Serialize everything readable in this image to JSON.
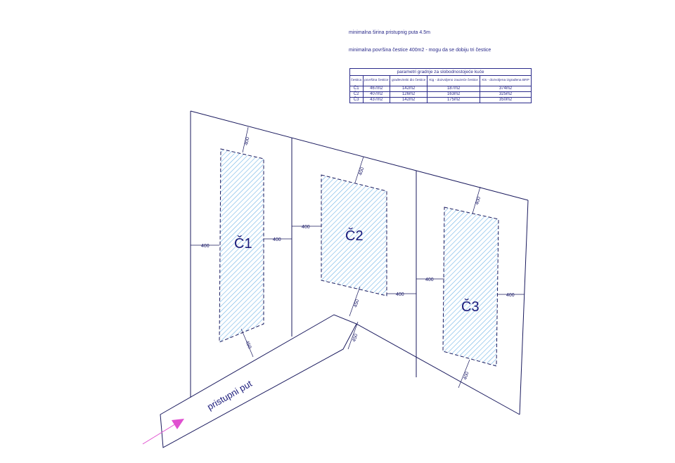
{
  "notes": {
    "min_road_width": "minimalna širina pristupnig puta 4.5m",
    "min_lot_area": "minimalna površina čestice 400m2 - mogu da se dobiju tri čestice"
  },
  "table": {
    "title": "parametri gradnje za slobodnostojeće kuće",
    "headers": [
      "čestica",
      "površina čestice",
      "građevinski dio čestice",
      "Kig - dozvoljeno zauzeće čestice",
      "Kis - dozvoljena izgrađena BRP"
    ],
    "rows": [
      [
        "Č1",
        "467m2",
        "142m2",
        "187m2",
        "374m2"
      ],
      [
        "Č2",
        "407m2",
        "126m2",
        "163m2",
        "325m2"
      ],
      [
        "Č3",
        "437m2",
        "142m2",
        "175m2",
        "350m2"
      ]
    ]
  },
  "plan": {
    "lots": [
      "Č1",
      "Č2",
      "Č3"
    ],
    "road_label": "pristupni put",
    "dim_400": "400",
    "dim_450": "450",
    "colors": {
      "line": "#1a1a5e",
      "hatch": "#6fb3e6",
      "arrow": "#e04fd0"
    }
  }
}
